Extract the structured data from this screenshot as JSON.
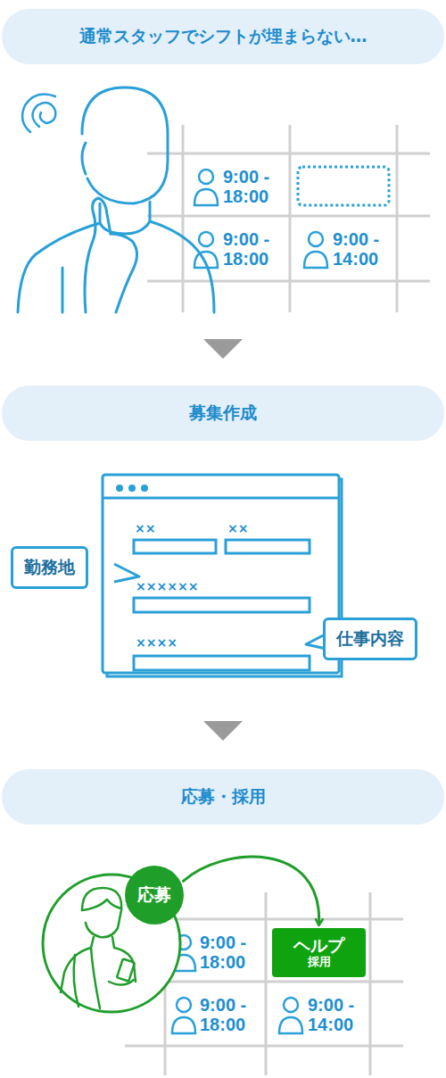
{
  "diagram": {
    "nodes": [
      {
        "text": [
          "通常スタッフでシフトが埋まらない…"
        ]
      },
      {
        "text": [
          "募集作成"
        ]
      },
      {
        "text": [
          "勤務地"
        ]
      },
      {
        "text": [
          "仕事内容"
        ]
      },
      {
        "text": [
          "応募・採用"
        ]
      },
      {
        "text": [
          "応募"
        ]
      },
      {
        "text": [
          "ヘルプ",
          "採用"
        ]
      }
    ],
    "edges": [
      {
        "from": 5,
        "to": 6,
        "arrow": "to"
      }
    ],
    "labels": [
      "9:00 - 18:00",
      "9:00 - 18:00",
      "9:00 - 14:00",
      "××",
      "××",
      "××××××",
      "××××",
      "9:00 - 18:00",
      "9:00 - 18:00",
      "9:00 - 14:00"
    ]
  }
}
